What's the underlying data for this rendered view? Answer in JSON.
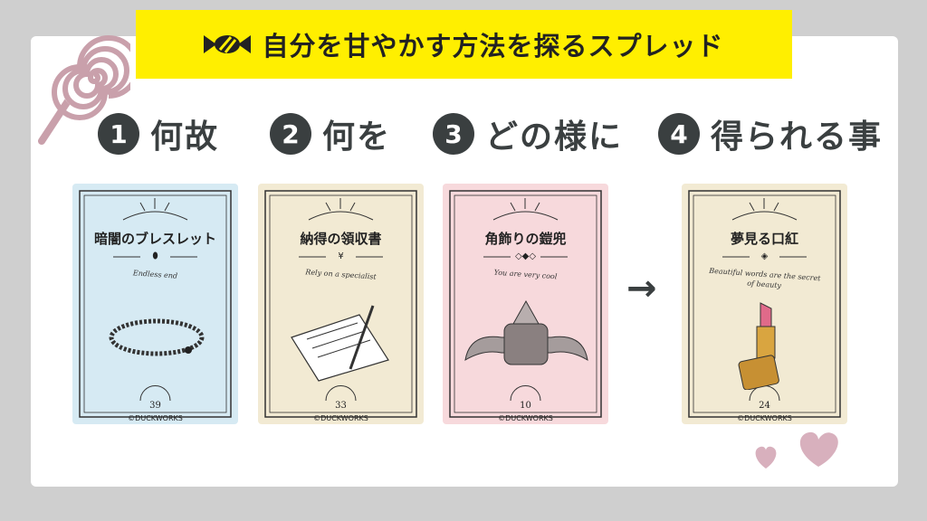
{
  "title": "自分を甘やかす方法を探るスプレッド",
  "steps": [
    {
      "num": "1",
      "label": "何故"
    },
    {
      "num": "2",
      "label": "何を"
    },
    {
      "num": "3",
      "label": "どの様に"
    },
    {
      "num": "4",
      "label": "得られる事"
    }
  ],
  "cards": [
    {
      "title": "暗闇のブレスレット",
      "mark": "⬮",
      "caption": "Endless end",
      "number": "39",
      "credit": "©DUCKWORKS",
      "bg": "#d6eaf3"
    },
    {
      "title": "納得の領収書",
      "mark": "¥",
      "caption": "Rely on a specialist",
      "number": "33",
      "credit": "©DUCKWORKS",
      "bg": "#f2ead3"
    },
    {
      "title": "角飾りの鎧兜",
      "mark": "◇◆◇",
      "caption": "You are very cool",
      "number": "10",
      "credit": "©DUCKWORKS",
      "bg": "#f7d9dc"
    },
    {
      "title": "夢見る口紅",
      "mark": "◈",
      "caption": "Beautiful words are the secret of beauty",
      "number": "24",
      "credit": "©DUCKWORKS",
      "bg": "#f2ead3"
    }
  ],
  "arrow": "→",
  "colors": {
    "banner": "#ffef00",
    "dark": "#3a3f40",
    "accent_pink": "#c9a0ab"
  }
}
